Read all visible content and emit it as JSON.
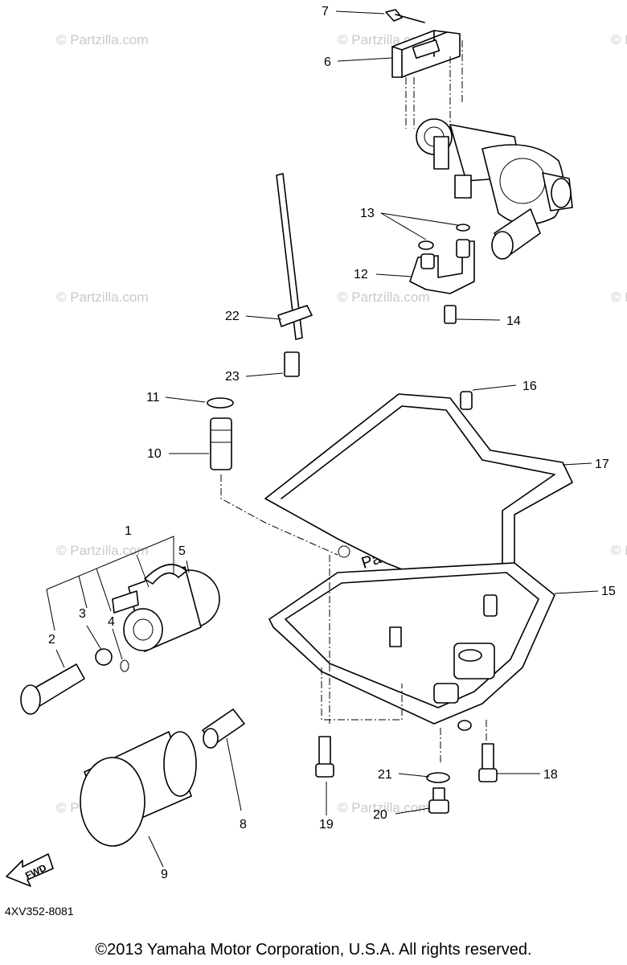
{
  "diagram_code": "4XV352-8081",
  "copyright": "©2013 Yamaha Motor Corporation, U.S.A. All rights reserved.",
  "watermark": "© Partzilla.com",
  "center_watermark": "Partzilla.com",
  "fwd_label": "FWD",
  "callouts": [
    "1",
    "2",
    "3",
    "4",
    "5",
    "6",
    "7",
    "8",
    "9",
    "10",
    "11",
    "12",
    "13",
    "14",
    "15",
    "16",
    "17",
    "18",
    "19",
    "20",
    "21",
    "22",
    "23"
  ]
}
